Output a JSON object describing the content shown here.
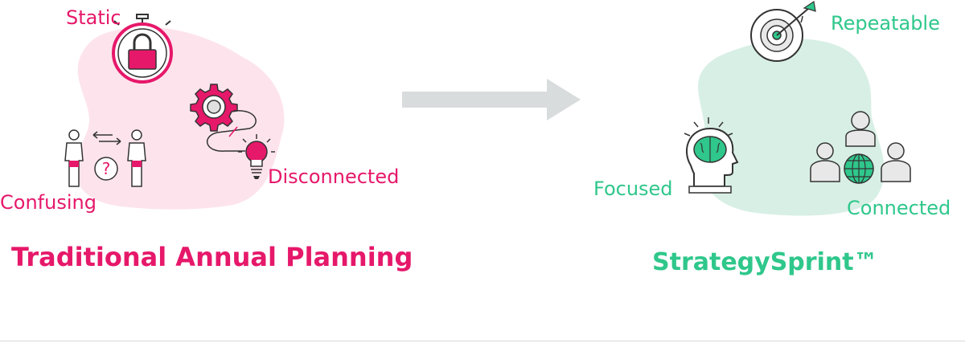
{
  "left": {
    "title": "Traditional Annual Planning",
    "labels": {
      "static": "Static",
      "confusing": "Confusing",
      "disconnected": "Disconnected"
    },
    "icons": [
      "padlock-stopwatch-icon",
      "gear-icon",
      "lightbulb-icon",
      "people-question-icon"
    ],
    "accent": "#e6186a",
    "blob_color": "#fde4ec"
  },
  "arrow": {
    "color": "#d9dcdd",
    "icon": "right-arrow-icon"
  },
  "right": {
    "title": "StrategySprint™",
    "labels": {
      "repeatable": "Repeatable",
      "focused": "Focused",
      "connected": "Connected"
    },
    "icons": [
      "target-icon",
      "brain-head-icon",
      "people-globe-icon"
    ],
    "accent": "#2fc78b",
    "blob_color": "#d8efe5"
  }
}
